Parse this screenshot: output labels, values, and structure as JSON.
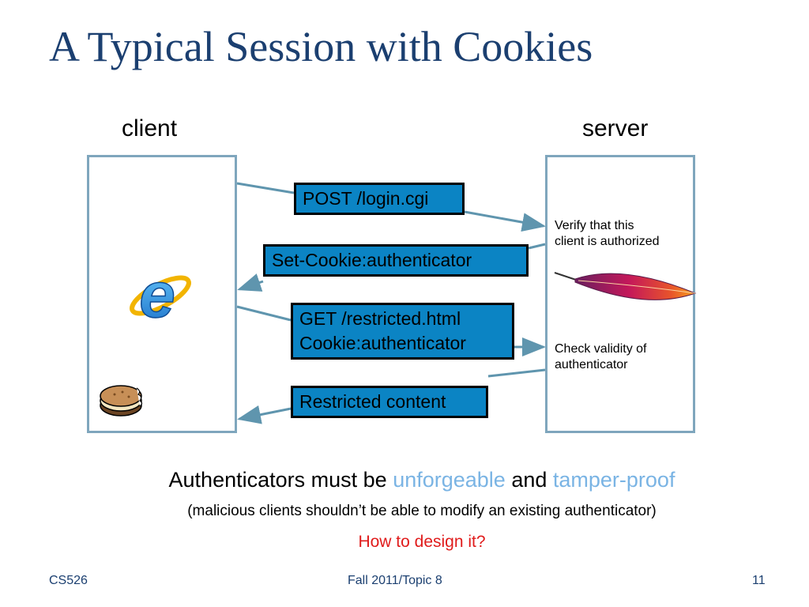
{
  "slide": {
    "title": "A Typical Session with Cookies",
    "client_label": "client",
    "server_label": "server"
  },
  "messages": {
    "post": "POST /login.cgi",
    "set_cookie": "Set-Cookie:authenticator",
    "get_line1": "GET /restricted.html",
    "get_line2": "Cookie:authenticator",
    "restricted": "Restricted content"
  },
  "server_notes": {
    "verify_line1": "Verify that this",
    "verify_line2": "client is authorized",
    "check_line1": "Check validity of",
    "check_line2": "authenticator"
  },
  "bottom": {
    "main_prefix": "Authenticators must be ",
    "main_word1": "unforgeable",
    "main_mid": " and ",
    "main_word2": "tamper-proof",
    "sub": "(malicious clients shouldn’t be able to modify an existing authenticator)",
    "question": "How to design it?"
  },
  "footer": {
    "left": "CS526",
    "center": "Fall 2011/Topic 8",
    "right": "11"
  },
  "colors": {
    "title": "#1b3f70",
    "message_fill": "#0b84c4",
    "connector": "#5f95ae",
    "highlight": "#7ab4e4",
    "question": "#e01b1b"
  },
  "icons": [
    "browser-e-icon",
    "cookie-icon",
    "feather-icon"
  ]
}
